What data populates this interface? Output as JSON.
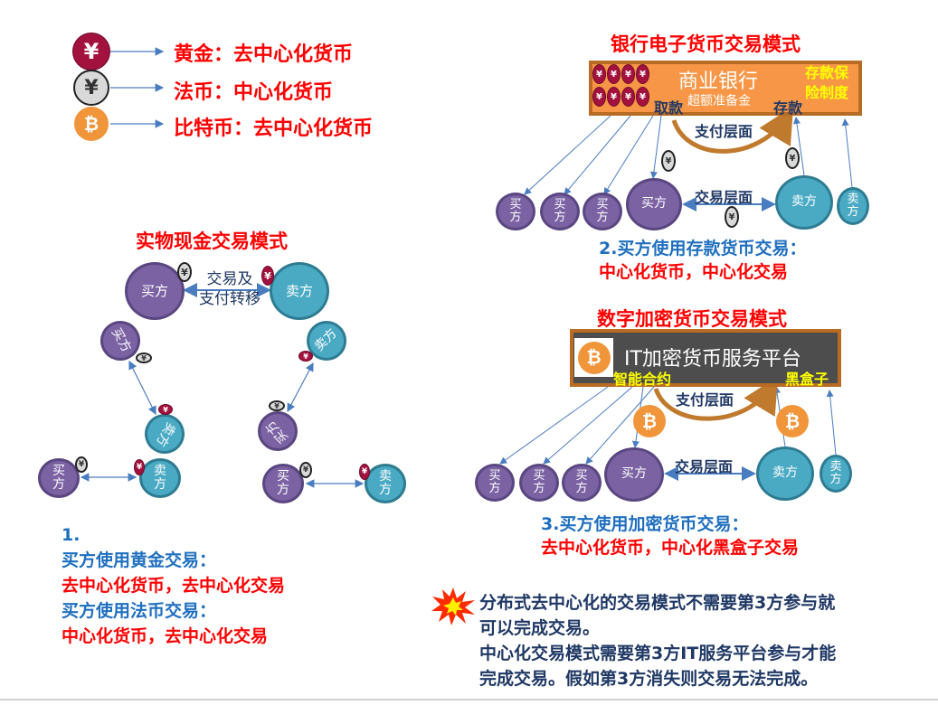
{
  "legend": [
    {
      "icon": "gold-yuan-coin-icon",
      "glyph": "¥",
      "label": "黄金：去中心化货币"
    },
    {
      "icon": "fiat-yuan-coin-icon",
      "glyph": "¥",
      "label": "法币：中心化货币"
    },
    {
      "icon": "bitcoin-coin-icon",
      "glyph": "₿",
      "label": "比特币：去中心化货币"
    }
  ],
  "cash_mode": {
    "title": "实物现金交易模式",
    "transfer_label_line1": "交易及",
    "transfer_label_line2": "支付转移",
    "buyer": "买方",
    "seller": "卖方",
    "buyer_v_top": "买",
    "buyer_v_bottom": "方",
    "seller_v_top": "卖",
    "seller_v_bottom": "方",
    "note_number": "1.",
    "note_line1": "买方使用黄金交易：",
    "note_line2": "去中心化货币，去中心化交易",
    "note_line3": "买方使用法币交易：",
    "note_line4": "中心化货币，去中心化交易"
  },
  "bank_mode": {
    "title": "银行电子货币交易模式",
    "bank_name": "商业银行",
    "reserve": "超额准备金",
    "insurance_line1": "存款保",
    "insurance_line2": "险制度",
    "withdraw": "取款",
    "deposit": "存款",
    "payment_layer": "支付层面",
    "trade_layer": "交易层面",
    "buyer": "买方",
    "seller": "卖方",
    "buyer_top": "买",
    "buyer_bottom": "方",
    "seller_top": "卖",
    "seller_bottom": "方",
    "note_line1": "2.买方使用存款货币交易：",
    "note_line2": "中心化货币，中心化交易"
  },
  "crypto_mode": {
    "title": "数字加密货币交易模式",
    "platform_name": "IT加密货币服务平台",
    "smart_contract": "智能合约",
    "black_box": "黑盒子",
    "payment_layer": "支付层面",
    "trade_layer": "交易层面",
    "buyer": "买方",
    "seller": "卖方",
    "buyer_top": "买",
    "buyer_bottom": "方",
    "seller_top": "卖",
    "seller_bottom": "方",
    "note_line1": "3.买方使用加密货币交易：",
    "note_line2": "去中心化货币，中心化黑盒子交易"
  },
  "summary": {
    "line1": "分布式去中心化的交易模式不需要第3方参与就",
    "line2": "可以完成交易。",
    "line3": "中心化交易模式需要第3方IT服务平台参与才能",
    "line4": "完成交易。假如第3方消失则交易无法完成。"
  },
  "colors": {
    "buyer": "#7b62a3",
    "seller": "#4aaac4",
    "gold_coin": "#a3123f",
    "bitcoin": "#f0953a",
    "bank": "#f79646",
    "platform": "#4d4d4d",
    "title_red": "#ff0000",
    "note_blue": "#1f6fbf"
  }
}
